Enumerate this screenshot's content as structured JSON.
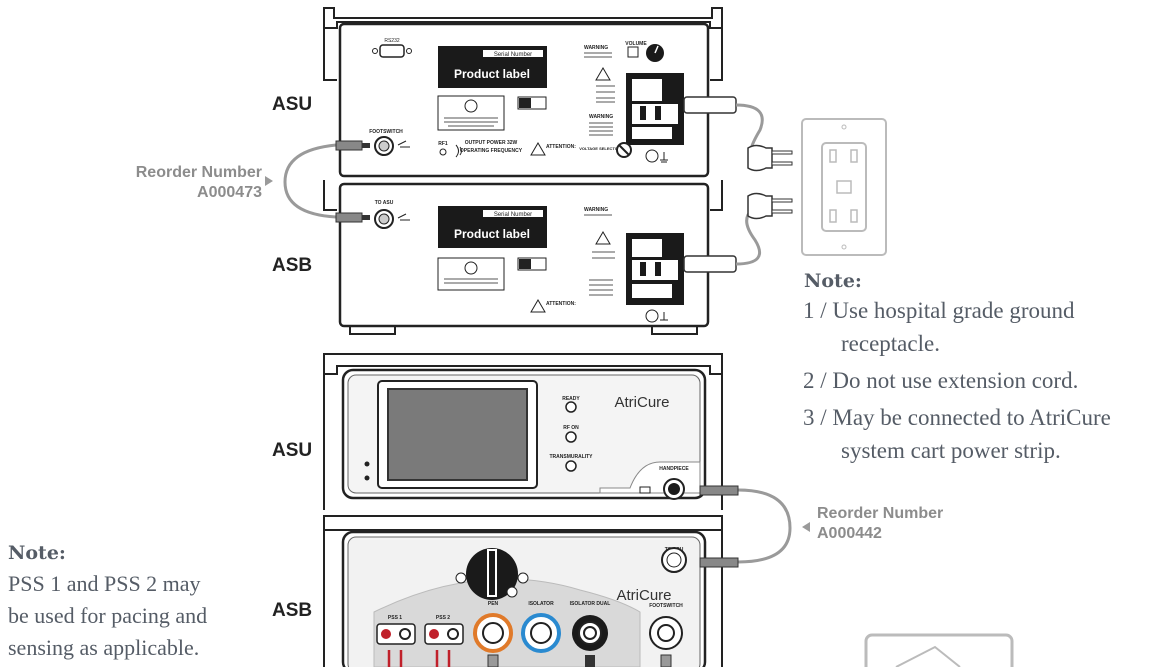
{
  "units": {
    "top_asu": "ASU",
    "top_asb": "ASB",
    "bottom_asu": "ASU",
    "bottom_asb": "ASB"
  },
  "rear_panel": {
    "product_label": "Product label",
    "serial_number": "Serial Number",
    "footswitch": "FOOTSWITCH",
    "to_asu": "TO ASU",
    "volume": "VOLUME",
    "voltage_selector": "VOLTAGE SELECTOR",
    "warning": "WARNING",
    "attention": "ATTENTION:",
    "output_power": "OUTPUT POWER 32W",
    "operating_frequency": "OPERATING FREQUENCY",
    "rs232": "RS232",
    "rf1": "RF1"
  },
  "front_panel": {
    "brand": "AtriCure",
    "ready": "READY",
    "rf_on": "RF ON",
    "transmurality": "TRANSMURALITY",
    "handpiece": "HANDPIECE",
    "to_asu": "TO ASU",
    "pss1": "PSS 1",
    "pss2": "PSS 2",
    "pen": "PEN",
    "isolator": "ISOLATOR",
    "isolator_dual": "ISOLATOR DUAL",
    "footswitch": "FOOTSWITCH"
  },
  "reorder_top": {
    "line1": "Reorder Number",
    "line2": "A000473"
  },
  "reorder_bottom": {
    "line1": "Reorder Number",
    "line2": "A000442"
  },
  "note_right": {
    "title": "Note:",
    "items": [
      {
        "num": "1 /",
        "lines": [
          "Use hospital grade ground",
          "receptacle."
        ]
      },
      {
        "num": "2 /",
        "lines": [
          "Do not use extension cord."
        ]
      },
      {
        "num": "3 /",
        "lines": [
          "May be connected to AtriCure",
          "system cart power strip."
        ]
      }
    ]
  },
  "note_left": {
    "title": "Note:",
    "lines": [
      "PSS 1 and PSS 2 may",
      "be used for pacing and",
      "sensing as applicable."
    ]
  },
  "colors": {
    "line": "#222222",
    "cable": "#9a9a9a",
    "label_dark": "#1a1a1a",
    "pen_ring": "#e07a2a",
    "isolator_ring": "#2a8ad0",
    "pss_red": "#c0202a",
    "note_text": "#555c66"
  }
}
